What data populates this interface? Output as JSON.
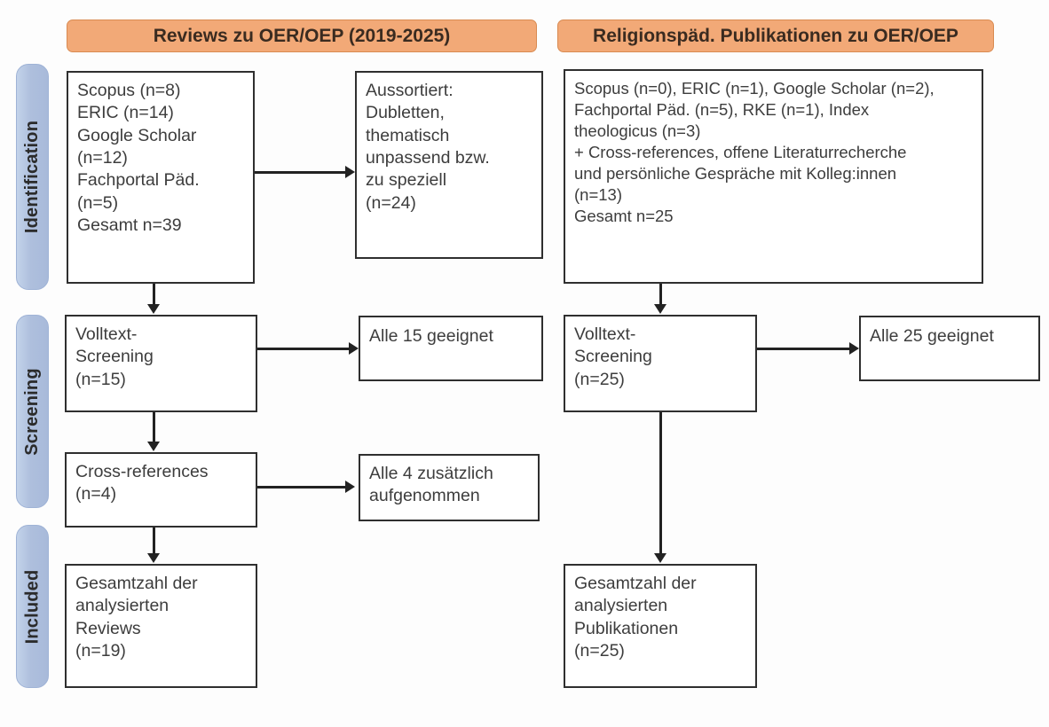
{
  "figure": {
    "type": "flow-diagram",
    "variant": "PRISMA literature selection flowchart",
    "background_color": "#fdfdfd",
    "accent_header_color": "#f2a977",
    "stage_pill_color": "#aebfdd",
    "box_border_color": "#2f2f2f"
  },
  "stages": [
    {
      "id": "identification",
      "label": "Identification"
    },
    {
      "id": "screening",
      "label": "Screening"
    },
    {
      "id": "included",
      "label": "Included"
    }
  ],
  "columns": [
    {
      "id": "reviews",
      "header": "Reviews zu OER/OEP (2019-2025)"
    },
    {
      "id": "religionspaed",
      "header": "Religionspäd. Publikationen zu OER/OEP"
    }
  ],
  "boxes": {
    "left_sources": "Scopus (n=8)\nERIC (n=14)\nGoogle Scholar\n(n=12)\nFachportal Päd.\n(n=5)\nGesamt n=39",
    "left_excluded": "Aussortiert:\nDubletten,\nthematisch\nunpassend bzw.\nzu speziell\n(n=24)",
    "left_fulltext": "Volltext-\nScreening\n(n=15)",
    "left_fulltext_result": "Alle 15 geeignet",
    "left_crossrefs": "Cross-references\n(n=4)",
    "left_crossrefs_result": "Alle 4 zusätzlich\naufgenommen",
    "left_included": "Gesamtzahl der\nanalysierten\nReviews\n(n=19)",
    "right_sources": "Scopus (n=0), ERIC (n=1), Google Scholar (n=2),\nFachportal Päd. (n=5), RKE (n=1), Index\ntheologicus (n=3)\n+ Cross-references, offene Literaturrecherche\nund persönliche Gespräche mit Kolleg:innen\n(n=13)\nGesamt n=25",
    "right_fulltext": "Volltext-\nScreening\n(n=25)",
    "right_fulltext_result": "Alle 25 geeignet",
    "right_included": "Gesamtzahl der\nanalysierten\nPublikationen\n(n=25)"
  },
  "counts": {
    "left_scopus": 8,
    "left_eric": 14,
    "left_google_scholar": 12,
    "left_fachportal": 5,
    "left_total": 39,
    "left_excluded": 24,
    "left_fulltext_screened": 15,
    "left_crossrefs": 4,
    "left_included": 19,
    "right_scopus": 0,
    "right_eric": 1,
    "right_google_scholar": 2,
    "right_fachportal": 5,
    "right_rke": 1,
    "right_index_theologicus": 3,
    "right_additional": 13,
    "right_total": 25,
    "right_fulltext_screened": 25,
    "right_included": 25
  }
}
